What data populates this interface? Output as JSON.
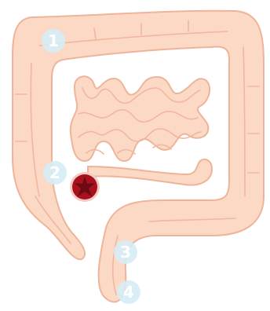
{
  "colors": {
    "organ_fill": "#fcd9c5",
    "organ_stroke": "#eeb49a",
    "organ_fold": "#f1b79e",
    "marker_fill": "#d6ecf6",
    "marker_text": "#ffffff",
    "lesion_fill": "#a8121f",
    "lesion_dark": "#6e0a13",
    "lesion_ring": "#f6c9c2",
    "background": "#ffffff"
  },
  "markers": [
    {
      "id": "marker-1",
      "label": "1"
    },
    {
      "id": "marker-2",
      "label": "2"
    },
    {
      "id": "marker-3",
      "label": "3"
    },
    {
      "id": "marker-4",
      "label": "4"
    }
  ],
  "icons": {
    "lesion": "polyp-lesion-icon"
  }
}
